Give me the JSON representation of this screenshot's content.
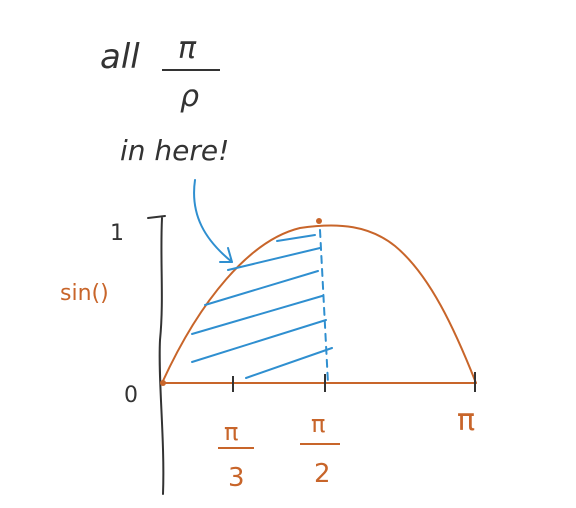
{
  "note": {
    "word_all": "all",
    "fraction_numerator": "π",
    "fraction_denominator": "ρ",
    "word_in_here": "in here!"
  },
  "axis": {
    "y_function_label": "sin()",
    "y_tick_one": "1",
    "origin_label": "0"
  },
  "ticks": {
    "pi_over_3_numerator": "π",
    "pi_over_3_denominator": "3",
    "pi_over_2_numerator": "π",
    "pi_over_2_denominator": "2",
    "pi_label": "π"
  },
  "colors": {
    "ink": "#333333",
    "curve": "#c8652a",
    "shading": "#2f8fd0"
  }
}
